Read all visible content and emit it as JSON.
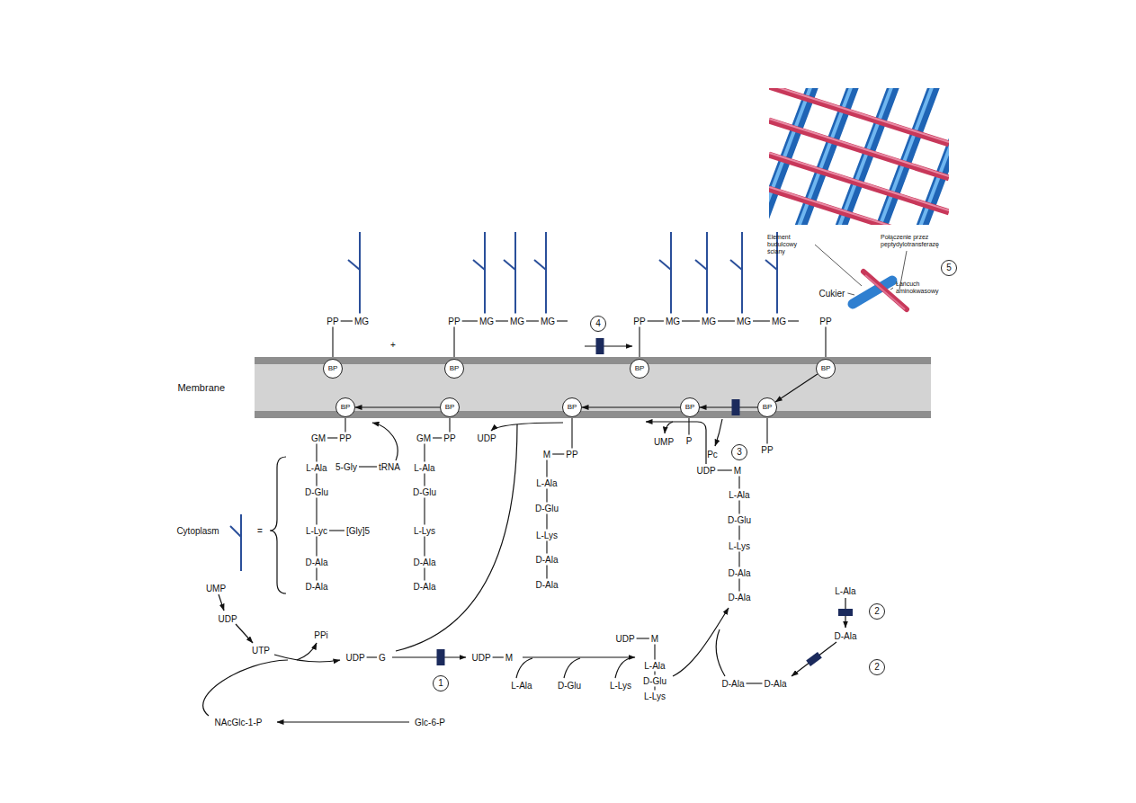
{
  "diagram": {
    "nodes": [
      {
        "text": [
          "5"
        ]
      },
      {
        "text": [
          "Membrane"
        ]
      },
      {
        "text": [
          "BP"
        ]
      },
      {
        "text": [
          "BP"
        ]
      },
      {
        "text": [
          "BP"
        ]
      },
      {
        "text": [
          "BP"
        ]
      },
      {
        "text": [
          "4"
        ]
      },
      {
        "text": [
          "BP"
        ]
      },
      {
        "text": [
          "BP"
        ]
      },
      {
        "text": [
          "BP"
        ]
      },
      {
        "text": [
          "BP"
        ]
      },
      {
        "text": [
          "BP"
        ]
      },
      {
        "text": [
          "3"
        ]
      },
      {
        "text": [
          "2"
        ]
      },
      {
        "text": [
          "2"
        ]
      },
      {
        "text": [
          "1"
        ]
      }
    ],
    "edges": [
      {
        "from": 5,
        "to": 11,
        "arrow": "to"
      },
      {
        "from": 11,
        "to": 10,
        "arrow": "to"
      },
      {
        "from": 10,
        "to": 9,
        "arrow": "to"
      },
      {
        "from": 8,
        "to": 7,
        "arrow": "to"
      }
    ],
    "labels": [
      "PP",
      "MG",
      "+",
      "PP",
      "MG",
      "MG",
      "MG",
      "PP",
      "MG",
      "MG",
      "MG",
      "MG",
      "PP",
      "Element budulcowy ściany",
      "Połączenie przez peptydylotransferazę",
      "Cukier",
      "Łańcuch aminokwasowy",
      "GM",
      "PP",
      "5-Gly",
      "tRNA",
      "L-Ala",
      "D-Glu",
      "L-Lyc",
      "[Gly]5",
      "D-Ala",
      "D-Ala",
      "GM",
      "PP",
      "L-Ala",
      "D-Glu",
      "L-Lys",
      "D-Ala",
      "D-Ala",
      "M",
      "PP",
      "L-Ala",
      "D-Glu",
      "L-Lys",
      "D-Ala",
      "D-Ala",
      "UDP",
      "UMP",
      "P",
      "Pc",
      "PP",
      "UDP",
      "M",
      "L-Ala",
      "D-Glu",
      "L-Lys",
      "D-Ala",
      "D-Ala",
      "L-Ala",
      "D-Ala",
      "D-Ala",
      "D-Ala",
      "UDP",
      "M",
      "L-Ala",
      "D-Glu",
      "L-Lys",
      "UDP",
      "G",
      "UDP",
      "M",
      "L-Ala",
      "D-Glu",
      "L-Lys",
      "UMP",
      "UDP",
      "UTP",
      "PPi",
      "NAcGlc-1-P",
      "Glc-6-P",
      "Cytoplasm",
      "="
    ]
  }
}
